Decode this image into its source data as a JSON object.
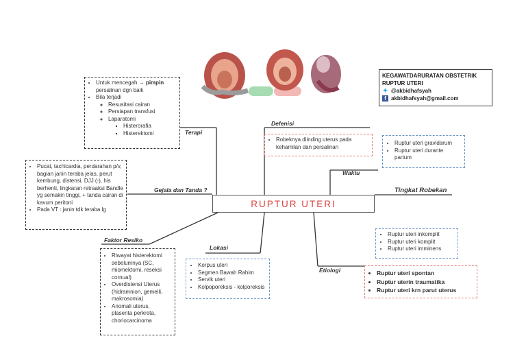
{
  "title": "RUPTUR UTERI",
  "info": {
    "heading1": "KEGAWATDARURATAN OBSTETRIK",
    "heading2": "RUPTUR UTERI",
    "twitter": "@akbidhafsyah",
    "email": "akbidhafsyah@gmail.com",
    "twitter_icon": "twitter-icon",
    "facebook_icon": "facebook-icon"
  },
  "branches": {
    "terapi": {
      "label": "Terapi",
      "items": {
        "a_prefix": "Untuk mencegah ",
        "a_arrow": "→",
        "a_bold": "pimpin",
        "a_rest": "persalinan dgn baik",
        "b": "Bila terjadi",
        "sub1": "Resusitasi cairan",
        "sub2": "Persiapan transfusi",
        "sub3": "Laparatomi",
        "subsub1": "Histerorafia",
        "subsub2": "Histerektomi"
      }
    },
    "defenisi": {
      "label": "Defenisi",
      "item": "Robeknya diinding uterus pada kehamilan dan persalinan"
    },
    "waktu": {
      "label": "Waktu",
      "items": [
        "Ruptur uteri gravidarum",
        "Ruptur uteri durante partum"
      ]
    },
    "tingkat": {
      "label": "Tingkat Robekan",
      "items": [
        "Ruptur uteri inkomplit",
        "Ruptur uteri komplit",
        "Ruptur uteri imminens"
      ]
    },
    "gejala": {
      "label": "Gejala dan Tanda ?",
      "items": [
        "Pucat, tachicardia, perdarahan p/v, bagian janin teraba jelas, perut kembung, distensi, DJJ (-), his berhenti, lingkaran retraaksi Bandle yg semakin tinggi, + tanda cairan di kavum peritoni",
        "Pada VT : janin tdk teraba lg"
      ]
    },
    "faktor": {
      "label": "Faktor Resiko",
      "items": [
        "Riwayat histerektomi sebelumnya (SC, miomektomi, reseksi cornual)",
        "Overdistensi Uterus (hidramnion, gemelli, makrosomia)",
        "Anomali uterus, plasenta perkreta, choriocarcinoma"
      ]
    },
    "lokasi": {
      "label": "Lokasi",
      "items": [
        "Korpus uteri",
        "Segmen Bawah Rahim",
        "Servik uteri",
        "Kolpoporeksis - kolporeksis"
      ]
    },
    "etiologi": {
      "label": "Etiologi",
      "items": [
        "Ruptur uteri spontan",
        "Ruptur uterin traumatika",
        "Ruptur uteri krn parut uterus"
      ]
    }
  },
  "colors": {
    "title": "#d9433e",
    "dash_red": "#e07a7a",
    "dash_blue": "#6a95c8"
  }
}
